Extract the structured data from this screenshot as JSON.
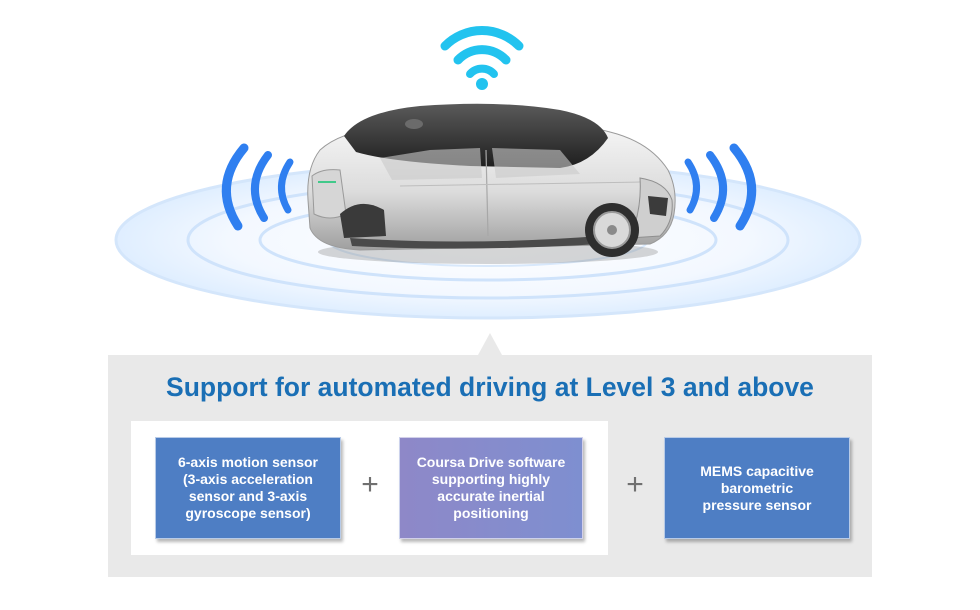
{
  "headline": "Support for automated driving at Level 3 and above",
  "components": [
    {
      "lines": [
        "6-axis motion sensor",
        "(3-axis acceleration",
        "sensor and 3-axis",
        "gyroscope sensor)"
      ]
    },
    {
      "lines": [
        "Coursa Drive software",
        "supporting highly",
        "accurate inertial",
        "positioning"
      ]
    },
    {
      "lines": [
        "MEMS capacitive",
        "barometric",
        "pressure sensor"
      ]
    }
  ],
  "operators": [
    "+",
    "+"
  ],
  "colors": {
    "headline": "#1a6fb5",
    "sensor_box": "#4e7ec4",
    "software_box": "#8a8bcc",
    "signal_blue": "#2f7ff0",
    "wifi_cyan": "#22c3ef",
    "panel_gray": "#e9e9e9"
  },
  "icons": [
    "wifi-icon",
    "car-illustration",
    "radar-wave-left-icon",
    "radar-wave-right-icon"
  ]
}
